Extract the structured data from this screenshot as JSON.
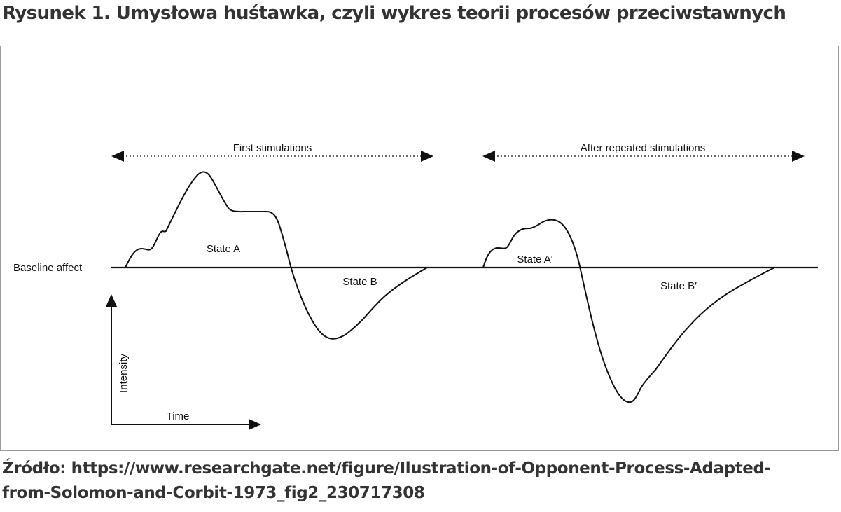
{
  "figure": {
    "title": "Rysunek 1. Umysłowa huśtawka, czyli wykres teorii procesów przeciwstawnych",
    "source_line1": "Źródło: https://www.researchgate.net/figure/Ilustration-of-Opponent-Process-Adapted-",
    "source_line2": "from-Solomon-and-Corbit-1973_fig2_230717308"
  },
  "diagram": {
    "phase_first": "First stimulations",
    "phase_repeated": "After repeated stimulations",
    "baseline_label": "Baseline affect",
    "state_a": "State A",
    "state_b": "State B",
    "state_a_prime": "State A′",
    "state_b_prime": "State B′",
    "y_axis_label": "Intensity",
    "x_axis_label": "Time",
    "line_color": "#111111",
    "frame_color": "#9a9a9a"
  }
}
